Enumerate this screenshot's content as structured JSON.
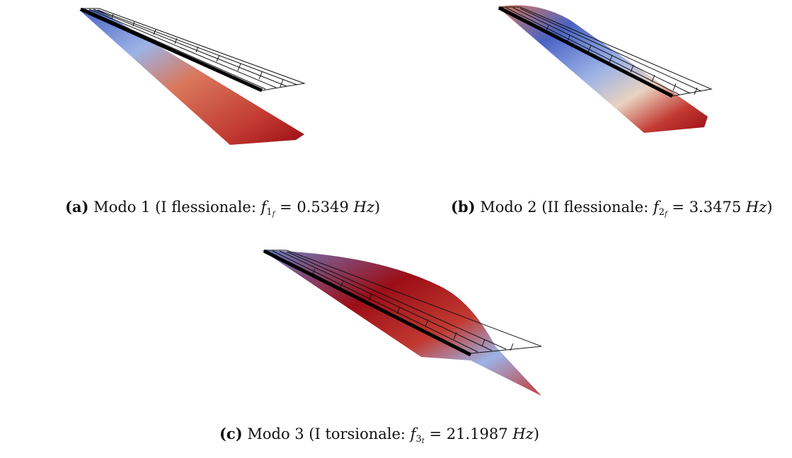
{
  "figures": [
    {
      "tag": "(a)",
      "text_before": "Modo 1 (I flessionale:",
      "symbol": "f",
      "sub": "1",
      "subsub": "f",
      "equals": "=",
      "value": "0.5349",
      "unit": "Hz",
      "close": ")"
    },
    {
      "tag": "(b)",
      "text_before": "Modo 2 (II flessionale:",
      "symbol": "f",
      "sub": "2",
      "subsub": "f",
      "equals": "=",
      "value": "3.3475",
      "unit": "Hz",
      "close": ")"
    },
    {
      "tag": "(c)",
      "text_before": "Modo 3 (I torsionale:",
      "symbol": "f",
      "sub": "3",
      "subsub": "t",
      "equals": "=",
      "value": "21.1987",
      "unit": "Hz",
      "close": ")"
    }
  ],
  "colors": {
    "deep_red": "#9b0e16",
    "red": "#c23a32",
    "salmon": "#d9785c",
    "cream": "#e9d2bf",
    "light_blue": "#9db3e6",
    "blue": "#4963c4",
    "wireframe": "#111111"
  }
}
